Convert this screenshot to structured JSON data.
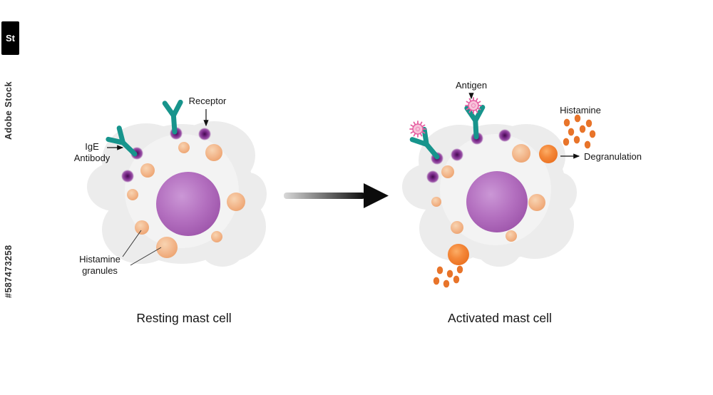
{
  "watermark": {
    "logo_text": "St",
    "brand": "Adobe Stock",
    "asset_id": "#587473258"
  },
  "left": {
    "caption": "Resting mast cell",
    "receptor": "Receptor",
    "ige1": "IgE",
    "ige2": "Antibody",
    "hist1": "Histamine",
    "hist2": "granules"
  },
  "right": {
    "caption": "Activated mast cell",
    "antigen": "Antigen",
    "histamine": "Histamine",
    "degranulation": "Degranulation"
  },
  "colors": {
    "cell_body": "#ececec",
    "cell_highlight": "#f5f5f5",
    "nucleus": "#ab60b7",
    "granule": "#f2b488",
    "granule_active": "#ee7a24",
    "histamine_dot": "#e8742a",
    "receptor_dot": "#7b2b8b",
    "antibody": "#17948c",
    "antigen": "#e560a2",
    "antigen_fill": "#f8c3da",
    "arrow_dark": "#0c0c0c",
    "label_text": "#161616"
  }
}
